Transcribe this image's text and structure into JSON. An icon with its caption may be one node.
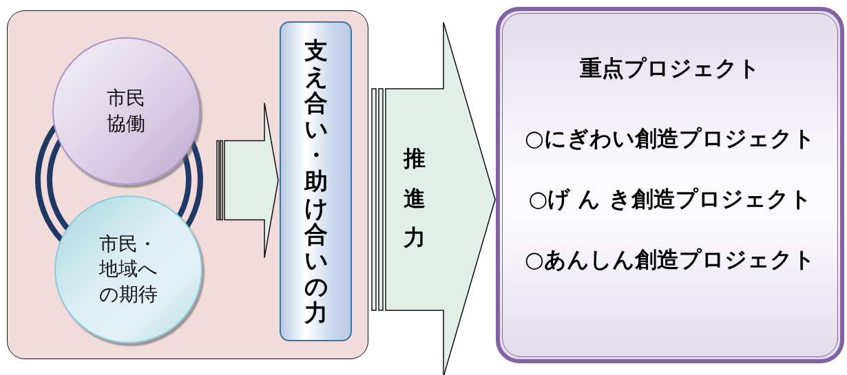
{
  "diagram": {
    "nodes": [
      {
        "text": [],
        "shape": "box"
      },
      {
        "text": [
          "市民協働"
        ],
        "in": 0
      },
      {
        "text": [
          "市民・地域への期待"
        ],
        "in": 0
      },
      {
        "text": [
          "支え合い・助け合いの力"
        ],
        "in": 0
      },
      {
        "text": [
          "重点プロジェクト",
          "○にぎわい創造プロジェクト",
          "○げ ん き創造プロジェクト",
          "○あんしん創造プロジェクト"
        ]
      }
    ],
    "edges": [
      {
        "from": null,
        "to": 3,
        "arrow": "to"
      },
      {
        "from": 0,
        "to": 4,
        "arrow": "to",
        "label": "推進力"
      }
    ]
  }
}
